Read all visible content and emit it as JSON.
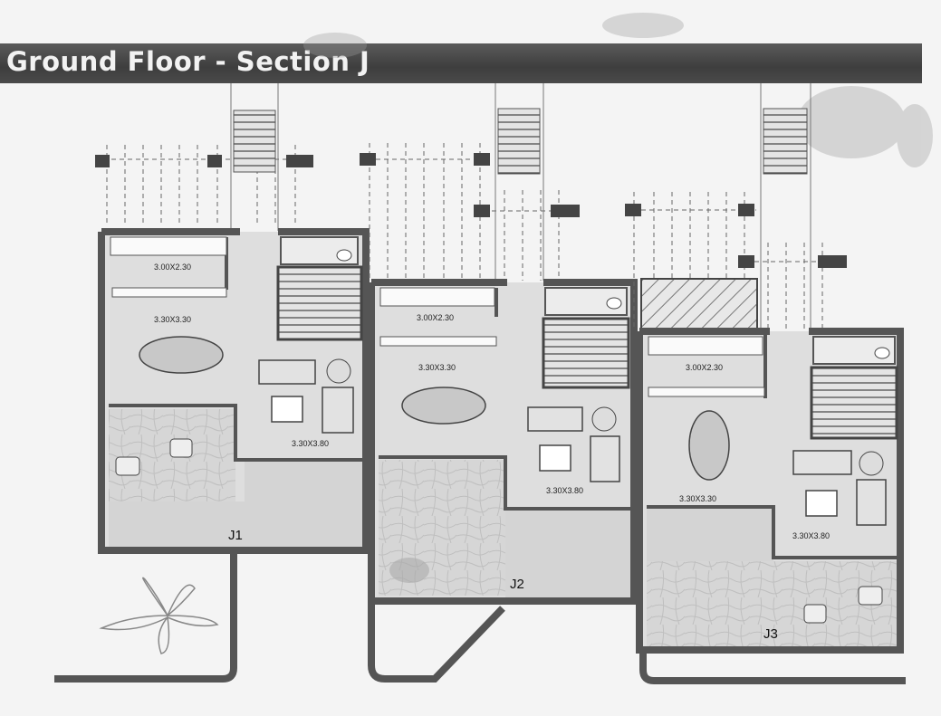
{
  "title": "Ground Floor - Section J",
  "units": [
    {
      "name": "J1",
      "rooms": {
        "kitchen": "3.00X2.30",
        "dining": "3.30X3.30",
        "living": "3.30X3.80"
      }
    },
    {
      "name": "J2",
      "rooms": {
        "kitchen": "3.00X2.30",
        "dining": "3.30X3.30",
        "living": "3.30X3.80"
      }
    },
    {
      "name": "J3",
      "rooms": {
        "kitchen": "3.00X2.30",
        "dining": "3.30X3.30",
        "living": "3.30X3.80"
      }
    }
  ],
  "colors": {
    "banner": "#4a4a4a",
    "wall": "#555555",
    "floor": "#dcdcdc",
    "terrace": "#d2d2d2",
    "paper": "#f4f4f4"
  }
}
